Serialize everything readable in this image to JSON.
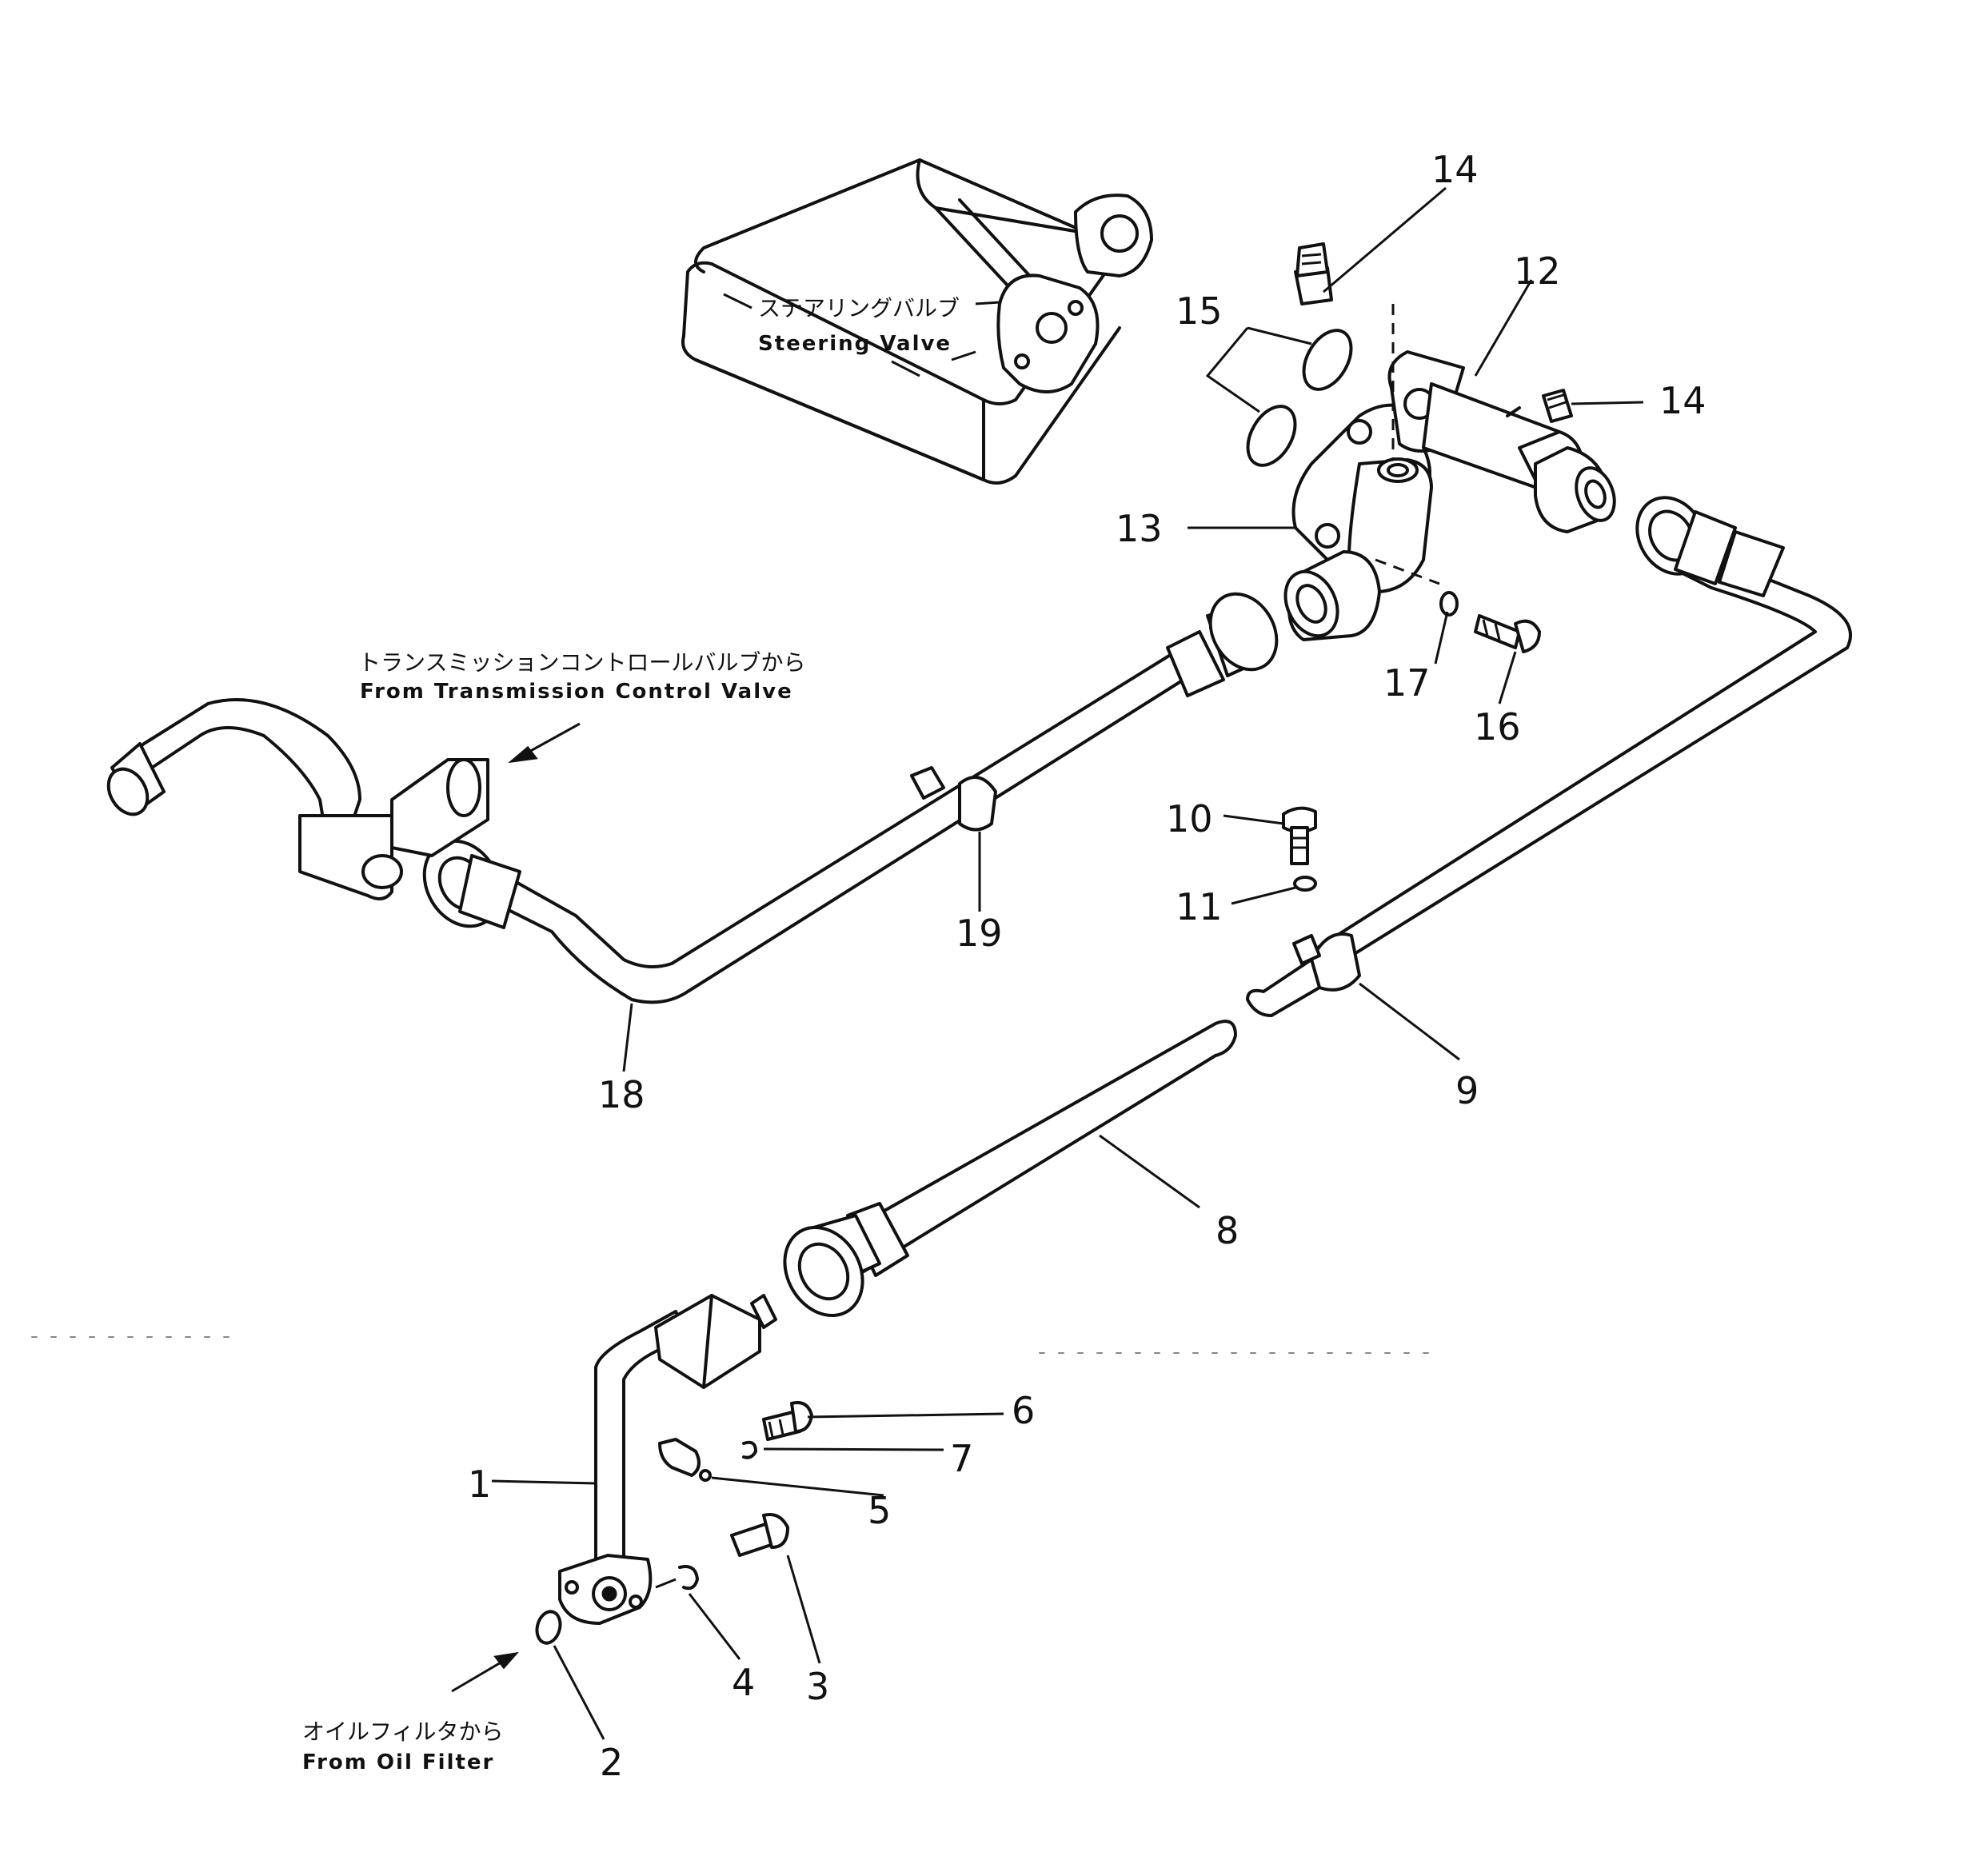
{
  "annotations": {
    "steering_valve_jp": "ステアリングバルブ",
    "steering_valve_en": "Steering Valve",
    "transmission_jp": "トランスミッションコントロールバルブから",
    "transmission_en": "From  Transmission  Control  Valve",
    "oil_filter_jp": "オイルフィルタから",
    "oil_filter_en": "From  Oil  Filter"
  },
  "part_numbers": {
    "p1": "1",
    "p2": "2",
    "p3": "3",
    "p4": "4",
    "p5": "5",
    "p6": "6",
    "p7": "7",
    "p8": "8",
    "p9": "9",
    "p10": "10",
    "p11": "11",
    "p12": "12",
    "p13": "13",
    "p14a": "14",
    "p14b": "14",
    "p15": "15",
    "p16": "16",
    "p17": "17",
    "p18": "18",
    "p19": "19"
  }
}
